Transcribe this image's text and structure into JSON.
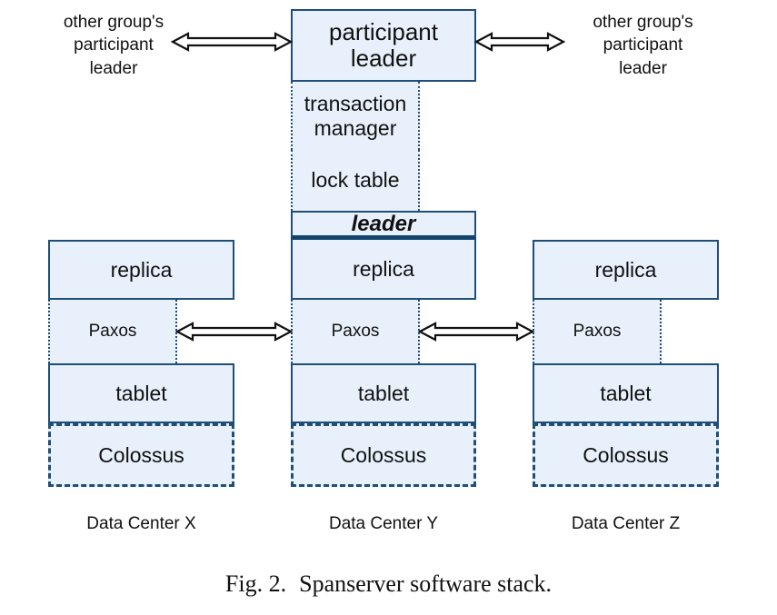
{
  "figure": {
    "number": "Fig. 2.",
    "caption": "Spanserver software stack."
  },
  "side_labels": {
    "left": "other group's\nparticipant\nleader",
    "right": "other group's\nparticipant\nleader"
  },
  "top_stack": {
    "participant_leader": "participant\nleader",
    "transaction_manager": "transaction\nmanager",
    "lock_table": "lock table"
  },
  "middle_column": {
    "leader": "leader",
    "replica": "replica",
    "paxos": "Paxos",
    "tablet": "tablet",
    "colossus": "Colossus"
  },
  "left_column": {
    "replica": "replica",
    "paxos": "Paxos",
    "tablet": "tablet",
    "colossus": "Colossus"
  },
  "right_column": {
    "replica": "replica",
    "paxos": "Paxos",
    "tablet": "tablet",
    "colossus": "Colossus"
  },
  "datacenter_labels": {
    "x": "Data Center X",
    "y": "Data Center Y",
    "z": "Data Center Z"
  },
  "colors": {
    "box_fill": "#e8f1fb",
    "box_border": "#1f4e79",
    "leader_underline": "#11456e",
    "arrow": "#111111",
    "background": "#ffffff"
  },
  "arrows": {
    "top_left": "double-headed-arrow",
    "top_right": "double-headed-arrow",
    "paxos_left": "double-headed-arrow",
    "paxos_right": "double-headed-arrow"
  }
}
